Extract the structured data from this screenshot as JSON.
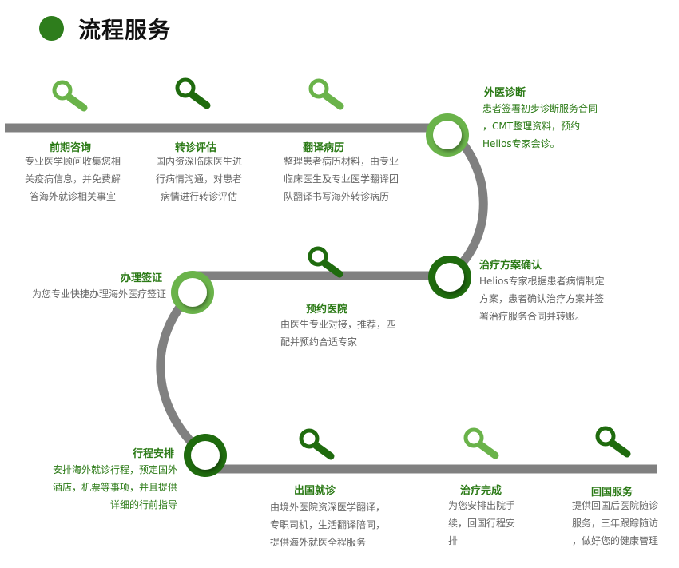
{
  "page_title": "流程服务",
  "colors": {
    "track": "#808080",
    "dark_green": "#1f6b0e",
    "mid_green": "#2e7d1c",
    "light_green": "#6ab34a",
    "title_green": "#2b7a16",
    "desc_gray": "#666666"
  },
  "steps": [
    {
      "title": "前期咨询",
      "lines": [
        "专业医学顾问收集您相",
        "关疫病信息，并免费解",
        "答海外就诊相关事宜"
      ]
    },
    {
      "title": "转诊评估",
      "lines": [
        "国内资深临床医生进",
        "行病情沟通，对患者",
        "病情进行转诊评估"
      ]
    },
    {
      "title": "翻译病历",
      "lines": [
        "整理患者病历材料，由专业",
        "临床医生及专业医学翻译团",
        "队翻译书写海外转诊病历"
      ]
    },
    {
      "title": "外医诊断",
      "lines": [
        "患者签署初步诊断服务合同",
        "，CMT整理资料，预约",
        "Helios专家会诊。"
      ]
    },
    {
      "title": "治疗方案确认",
      "lines": [
        "Helios专家根据患者病情制定",
        "方案，患者确认治疗方案并签",
        "署治疗服务合同并转账。"
      ]
    },
    {
      "title": "预约医院",
      "lines": [
        "由医生专业对接，推荐，匹",
        "配并预约合适专家"
      ]
    },
    {
      "title": "办理签证",
      "lines": [
        "为您专业快捷办理海外医疗签证"
      ]
    },
    {
      "title": "行程安排",
      "lines": [
        "安排海外就诊行程，预定国外",
        "酒店，机票等事项，并且提供",
        "详细的行前指导"
      ]
    },
    {
      "title": "出国就诊",
      "lines": [
        "由境外医院资深医学翻译，",
        "专职司机，生活翻译陪同，",
        "提供海外就医全程服务"
      ]
    },
    {
      "title": "治疗完成",
      "lines": [
        "为您安排出院手",
        "续，回国行程安",
        "排"
      ]
    },
    {
      "title": "回国服务",
      "lines": [
        "提供回国后医院随诊",
        "服务，三年跟踪随访",
        "，做好您的健康管理"
      ]
    }
  ],
  "icons": [
    {
      "name": "magnifier-icon",
      "shade": "light"
    },
    {
      "name": "magnifier-icon",
      "shade": "dark"
    },
    {
      "name": "magnifier-icon",
      "shade": "light"
    },
    {
      "name": "magnifier-icon",
      "shade": "dark"
    },
    {
      "name": "magnifier-icon",
      "shade": "dark"
    },
    {
      "name": "magnifier-icon",
      "shade": "light"
    },
    {
      "name": "magnifier-icon",
      "shade": "dark"
    }
  ],
  "nodes": [
    {
      "name": "node-circle",
      "shade": "light"
    },
    {
      "name": "node-circle",
      "shade": "dark"
    },
    {
      "name": "node-circle",
      "shade": "light"
    },
    {
      "name": "node-circle",
      "shade": "dark"
    }
  ]
}
